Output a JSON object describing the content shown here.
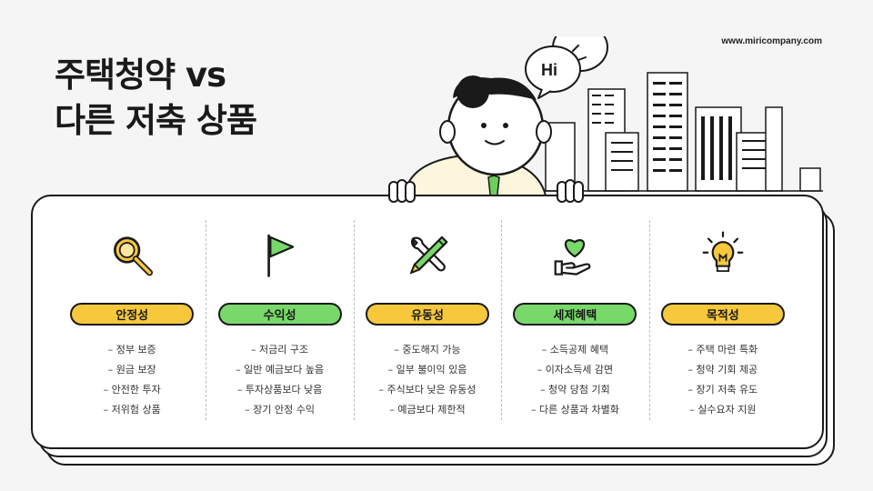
{
  "site_url": "www.miricompany.com",
  "title": {
    "line1": "주택청약 vs",
    "line2": "다른 저축 상품"
  },
  "speech_bubble": "Hi",
  "columns": [
    {
      "icon": "magnifier-icon",
      "color": "yellow",
      "label": "안정성",
      "items": [
        "정부 보증",
        "원금 보장",
        "안전한 투자",
        "저위험 상품"
      ]
    },
    {
      "icon": "flag-icon",
      "color": "green",
      "label": "수익성",
      "items": [
        "저금리 구조",
        "일반 예금보다 높음",
        "투자상품보다 낮음",
        "장기 안정 수익"
      ]
    },
    {
      "icon": "wrench-pencil-icon",
      "color": "yellow",
      "label": "유동성",
      "items": [
        "중도해지 가능",
        "일부 불이익 있음",
        "주식보다 낮은 유동성",
        "예금보다 제한적"
      ]
    },
    {
      "icon": "heart-hand-icon",
      "color": "green",
      "label": "세제혜택",
      "items": [
        "소득공제 혜택",
        "이자소득세 감면",
        "청약 당첨 기회",
        "다른 상품과 차별화"
      ]
    },
    {
      "icon": "lightbulb-icon",
      "color": "yellow",
      "label": "목적성",
      "items": [
        "주택 마련 특화",
        "청약 기회 제공",
        "장기 저축 유도",
        "실수요자 지원"
      ]
    }
  ],
  "colors": {
    "yellow": "#f7c83c",
    "green": "#78d96a",
    "ink": "#1a1a1a"
  }
}
